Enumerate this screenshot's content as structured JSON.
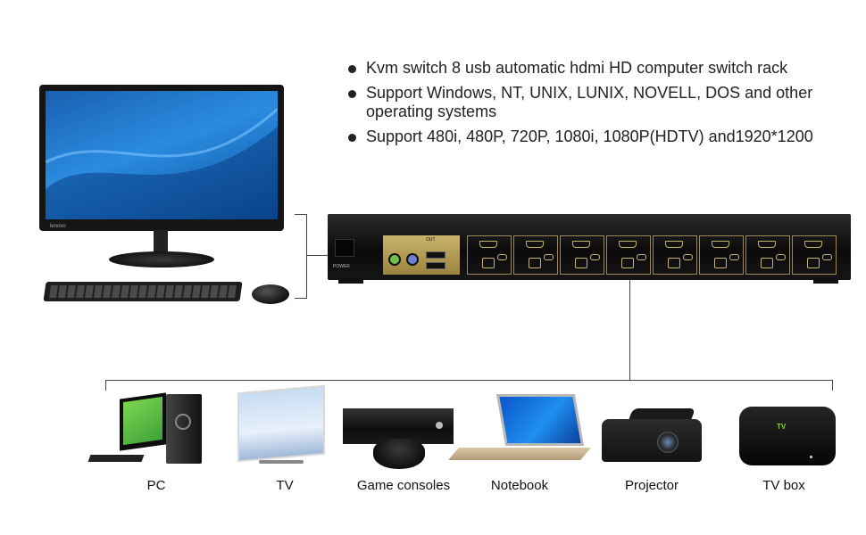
{
  "features": [
    "Kvm switch 8 usb automatic hdmi HD computer switch rack",
    "Support Windows, NT, UNIX, LUNIX, NOVELL, DOS and other operating systems",
    "Support 480i, 480P, 720P, 1080i, 1080P(HDTV) and1920*1200"
  ],
  "monitor": {
    "brand": "lenovo"
  },
  "kvm": {
    "power_label": "POWER",
    "out_label": "OUT",
    "port_count": 8
  },
  "devices": [
    {
      "label": "PC",
      "icon": "pc-icon"
    },
    {
      "label": "TV",
      "icon": "tv-icon"
    },
    {
      "label": "Game consoles",
      "icon": "game-console-icon"
    },
    {
      "label": "Notebook",
      "icon": "notebook-icon"
    },
    {
      "label": "Projector",
      "icon": "projector-icon"
    },
    {
      "label": "TV box",
      "icon": "tv-box-icon"
    }
  ],
  "tvbox_logo": "TV",
  "colors": {
    "gold_panel": "#c9b26a",
    "screen_blue": "#2a8ce0",
    "line": "#444444"
  }
}
